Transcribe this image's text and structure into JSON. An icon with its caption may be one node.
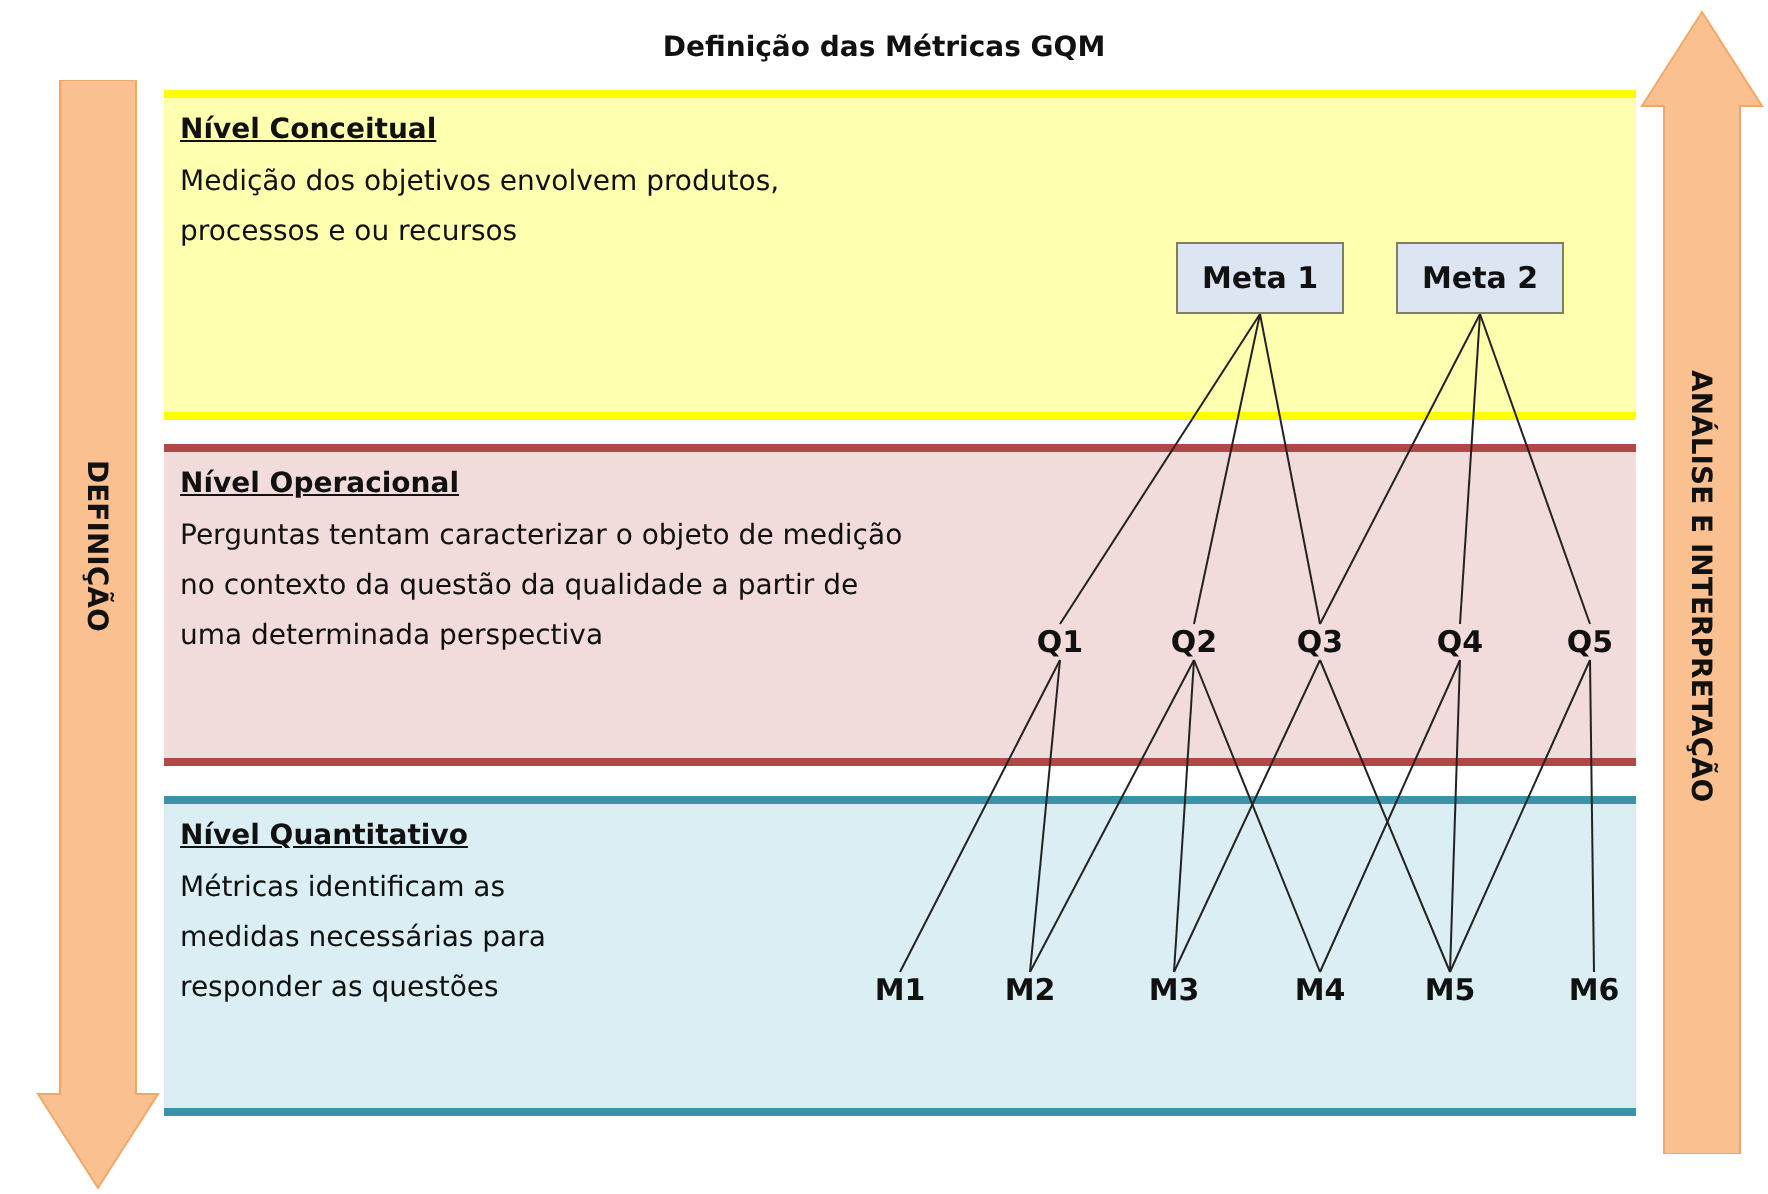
{
  "diagram": {
    "title": "Definição das Métricas GQM",
    "nodes": [
      {
        "text": [
          "DEFINIÇÃO"
        ]
      },
      {
        "text": [
          "ANÁLISE E INTERPRETAÇÃO"
        ]
      },
      {
        "text": [
          "Nível Conceitual",
          "Medição dos objetivos envolvem produtos, processos e ou recursos"
        ]
      },
      {
        "text": [
          "Meta 1"
        ],
        "in": 2
      },
      {
        "text": [
          "Meta 2"
        ],
        "in": 2
      },
      {
        "text": [
          "Nível Operacional",
          "Perguntas tentam caracterizar o objeto de medição no contexto da questão da qualidade a partir de uma determinada perspectiva"
        ]
      },
      {
        "text": [
          "Q1"
        ],
        "in": 5
      },
      {
        "text": [
          "Q2"
        ],
        "in": 5
      },
      {
        "text": [
          "Q3"
        ],
        "in": 5
      },
      {
        "text": [
          "Q4"
        ],
        "in": 5
      },
      {
        "text": [
          "Q5"
        ],
        "in": 5
      },
      {
        "text": [
          "Nível Quantitativo",
          "Métricas identificam as medidas necessárias para responder as questões"
        ]
      },
      {
        "text": [
          "M1"
        ],
        "in": 11
      },
      {
        "text": [
          "M2"
        ],
        "in": 11
      },
      {
        "text": [
          "M3"
        ],
        "in": 11
      },
      {
        "text": [
          "M4"
        ],
        "in": 11
      },
      {
        "text": [
          "M5"
        ],
        "in": 11
      },
      {
        "text": [
          "M6"
        ],
        "in": 11
      }
    ],
    "edges": [
      {
        "from": 3,
        "to": 6,
        "arrow": "none"
      },
      {
        "from": 3,
        "to": 7,
        "arrow": "none"
      },
      {
        "from": 3,
        "to": 8,
        "arrow": "none"
      },
      {
        "from": 4,
        "to": 8,
        "arrow": "none"
      },
      {
        "from": 4,
        "to": 9,
        "arrow": "none"
      },
      {
        "from": 4,
        "to": 10,
        "arrow": "none"
      },
      {
        "from": 6,
        "to": 12,
        "arrow": "none"
      },
      {
        "from": 6,
        "to": 13,
        "arrow": "none"
      },
      {
        "from": 7,
        "to": 13,
        "arrow": "none"
      },
      {
        "from": 7,
        "to": 14,
        "arrow": "none"
      },
      {
        "from": 7,
        "to": 15,
        "arrow": "none"
      },
      {
        "from": 8,
        "to": 14,
        "arrow": "none"
      },
      {
        "from": 8,
        "to": 16,
        "arrow": "none"
      },
      {
        "from": 9,
        "to": 15,
        "arrow": "none"
      },
      {
        "from": 9,
        "to": 16,
        "arrow": "none"
      },
      {
        "from": 10,
        "to": 16,
        "arrow": "none"
      },
      {
        "from": 10,
        "to": 17,
        "arrow": "none"
      }
    ]
  }
}
